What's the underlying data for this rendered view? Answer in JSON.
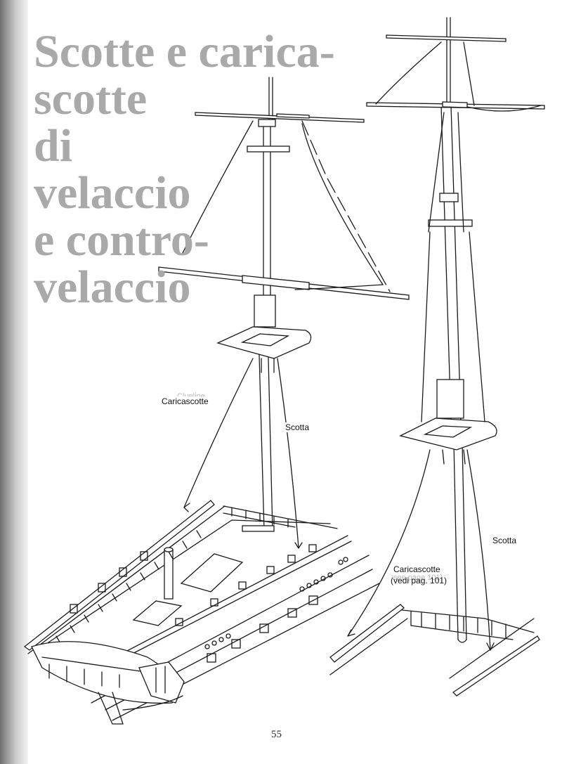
{
  "page": {
    "title_lines": [
      "Scotte e carica-",
      "scotte",
      "di",
      "velaccio",
      "e contro-",
      "velaccio"
    ],
    "page_number": "55"
  },
  "labels": {
    "clueline_ghost": "Clueline",
    "caricascotte_left": "Caricascotte",
    "scotta_left": "Scotta",
    "scotta_right": "Scotta",
    "caricascotte_right": "Caricascotte",
    "caricascotte_right_note": "(vedi pag. 101)",
    "see_page_ghost": "see page 101)"
  },
  "colors": {
    "title": "#a9a9a9",
    "ink": "#1a1a1a",
    "paper": "#ffffff"
  }
}
